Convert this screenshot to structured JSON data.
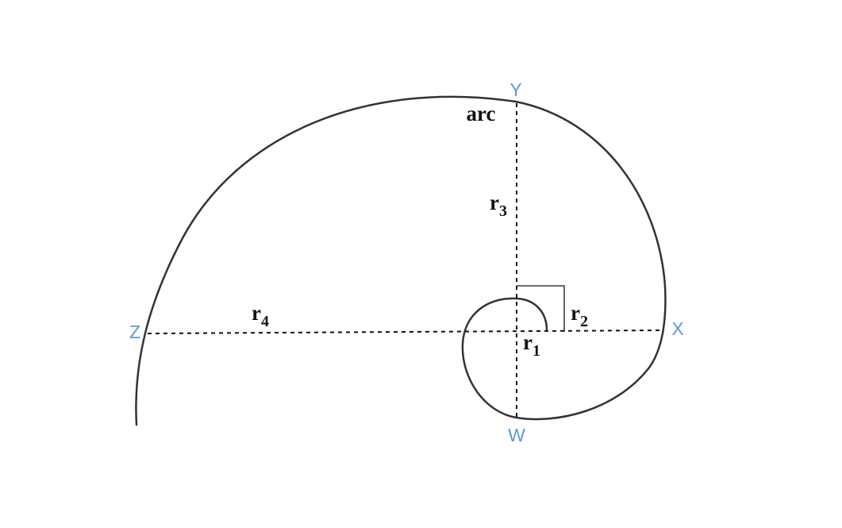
{
  "colors": {
    "curve": "#333333",
    "dashed": "#111111",
    "point_label": "#5b9bd5",
    "text": "#111111"
  },
  "points": {
    "x": "X",
    "y": "Y",
    "z": "Z",
    "w": "W"
  },
  "labels": {
    "arc": "arc",
    "r1": {
      "base": "r",
      "sub": "1"
    },
    "r2": {
      "base": "r",
      "sub": "2"
    },
    "r3": {
      "base": "r",
      "sub": "3"
    },
    "r4": {
      "base": "r",
      "sub": "4"
    }
  }
}
